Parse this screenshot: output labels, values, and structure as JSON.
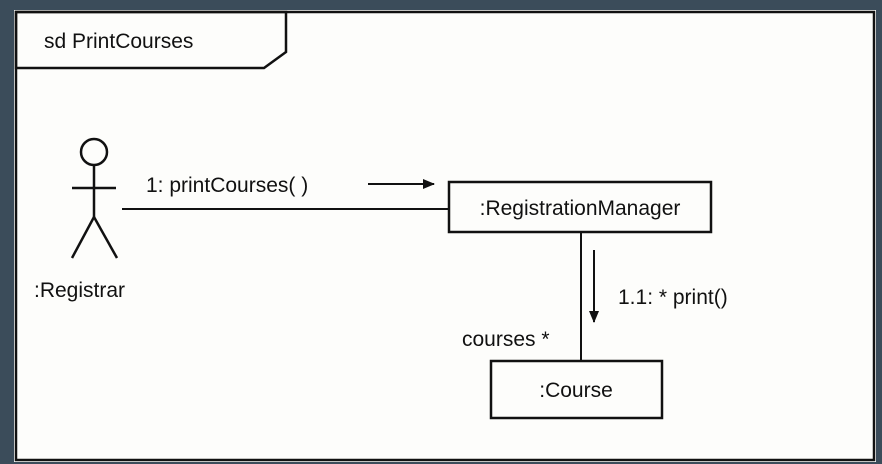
{
  "diagram": {
    "frame_label": "sd PrintCourses",
    "actor": {
      "name": ":Registrar"
    },
    "objects": {
      "registration_manager": ":RegistrationManager",
      "course": ":Course"
    },
    "messages": {
      "print_courses": "1: printCourses( )",
      "print": "1.1: * print()"
    },
    "link_label": "courses *"
  },
  "colors": {
    "background": "#3b4c5a",
    "paper": "#fdfdfb",
    "ink": "#111111"
  }
}
